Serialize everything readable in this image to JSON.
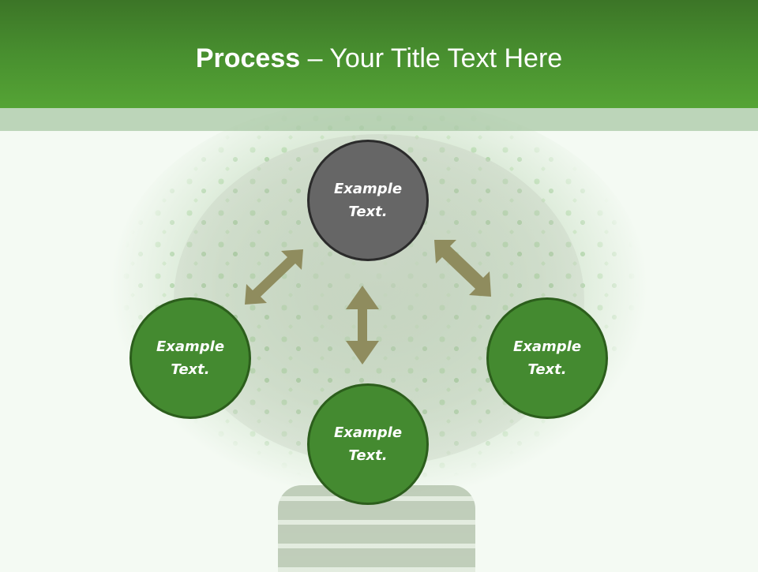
{
  "slide": {
    "title_bold": "Process",
    "title_rest": " – Your Title Text Here",
    "colors": {
      "header_top": "#3c7527",
      "header_bottom": "#55a435",
      "node_gray": "#666666",
      "node_green": "#448a30",
      "arrow": "#8f8c5e"
    }
  },
  "nodes": [
    {
      "id": "top",
      "line1": "Example",
      "line2": "Text."
    },
    {
      "id": "left",
      "line1": "Example",
      "line2": "Text."
    },
    {
      "id": "right",
      "line1": "Example",
      "line2": "Text."
    },
    {
      "id": "bottom",
      "line1": "Example",
      "line2": "Text."
    }
  ]
}
